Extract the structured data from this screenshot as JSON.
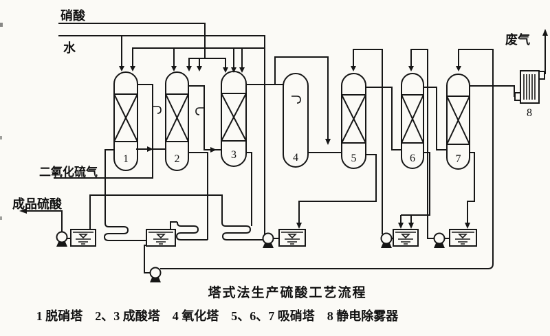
{
  "colors": {
    "ink": "#161616",
    "paper": "#fbfaf6"
  },
  "labels": {
    "nitric_acid": "硝酸",
    "water": "水",
    "so2_gas": "二氧化硫气",
    "product_acid": "成品硫酸",
    "waste_gas": "废气"
  },
  "towers": [
    {
      "number": "1",
      "name": "脱硝塔"
    },
    {
      "number": "2",
      "name": "成酸塔"
    },
    {
      "number": "3",
      "name": "成酸塔"
    },
    {
      "number": "4",
      "name": "氧化塔"
    },
    {
      "number": "5",
      "name": "吸硝塔"
    },
    {
      "number": "6",
      "name": "吸硝塔"
    },
    {
      "number": "7",
      "name": "吸硝塔"
    }
  ],
  "demister": {
    "number": "8",
    "name": "静电除雾器"
  },
  "caption": {
    "title": "塔式法生产硫酸工艺流程",
    "legend": "1 脱硝塔　2、3 成酸塔　4 氧化塔　5、6、7 吸硝塔　8 静电除雾器"
  }
}
